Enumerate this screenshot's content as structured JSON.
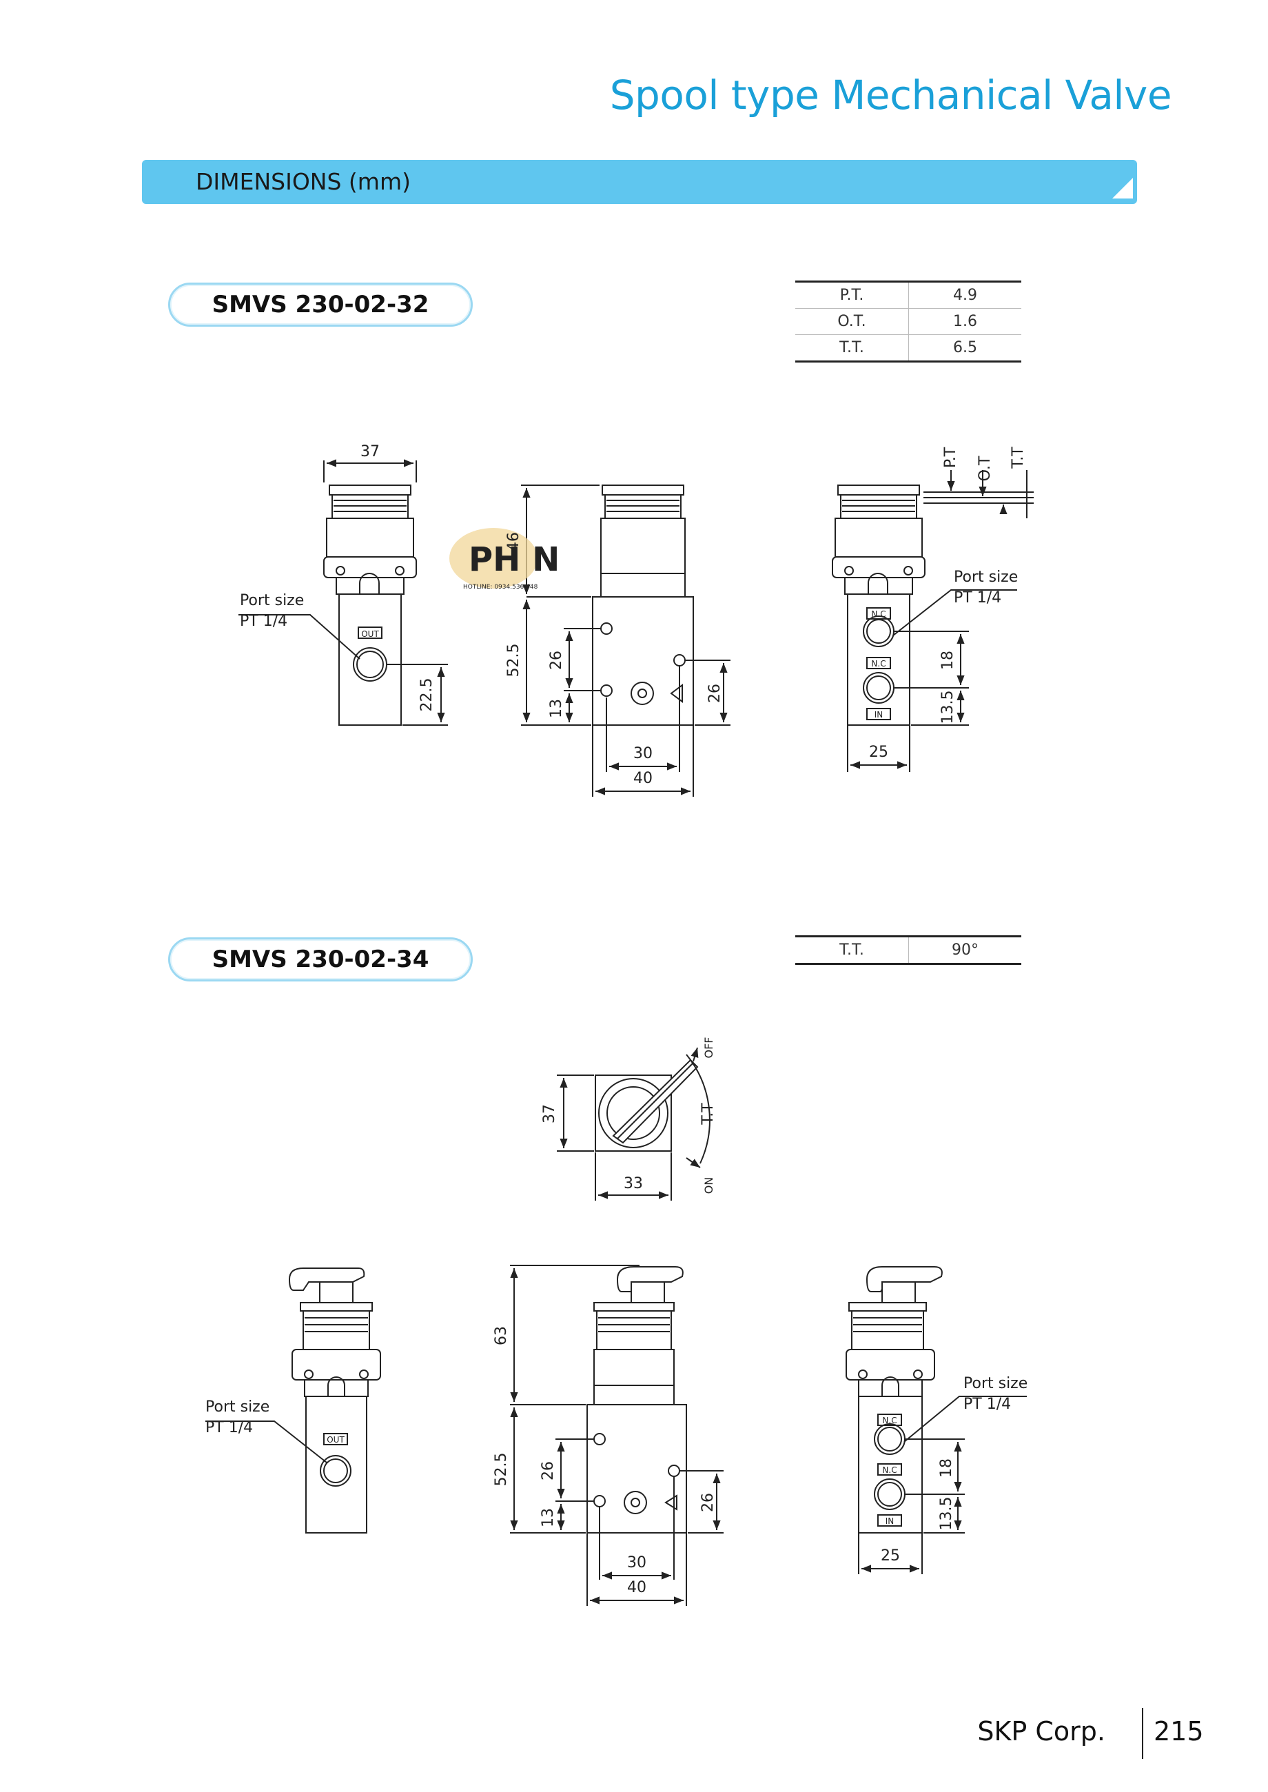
{
  "header": {
    "title": "Spool type Mechanical Valve"
  },
  "section": {
    "title": "DIMENSIONS (mm)"
  },
  "model1": {
    "name": "SMVS 230-02-32",
    "specs": [
      {
        "key": "P.T.",
        "value": "4.9"
      },
      {
        "key": "O.T.",
        "value": "1.6"
      },
      {
        "key": "T.T.",
        "value": "6.5"
      }
    ],
    "side": {
      "top_width": "37",
      "port_label_1": "Port size",
      "port_label_2": "PT 1/4",
      "out": "OUT",
      "h_225": "22.5"
    },
    "front": {
      "h_46": "46",
      "h_525": "52.5",
      "h_26a": "26",
      "h_13": "13",
      "h_26b": "26",
      "w_30": "30",
      "w_40": "40"
    },
    "right": {
      "pt": "P.T",
      "ot": "O.T",
      "tt": "T.T",
      "port_label_1": "Port size",
      "port_label_2": "PT 1/4",
      "nc1": "N.C",
      "nc2": "N.C",
      "in": "IN",
      "h_18": "18",
      "h_135": "13.5",
      "w_25": "25"
    },
    "watermark": {
      "hotline": "HOTLINE: 0934.536.448"
    }
  },
  "model2": {
    "name": "SMVS 230-02-34",
    "specs": [
      {
        "key": "T.T.",
        "value": "90°"
      }
    ],
    "top": {
      "h_37": "37",
      "w_33": "33",
      "off": "OFF",
      "tt": "T.T",
      "on": "ON"
    },
    "side": {
      "port_label_1": "Port size",
      "port_label_2": "PT 1/4",
      "out": "OUT"
    },
    "front": {
      "h_63": "63",
      "h_525": "52.5",
      "h_26a": "26",
      "h_13": "13",
      "h_26b": "26",
      "w_30": "30",
      "w_40": "40"
    },
    "right": {
      "port_label_1": "Port size",
      "port_label_2": "PT 1/4",
      "nc1": "N.C",
      "nc2": "N.C",
      "in": "IN",
      "h_18": "18",
      "h_135": "13.5",
      "w_25": "25"
    }
  },
  "footer": {
    "company": "SKP Corp.",
    "page": "215"
  }
}
